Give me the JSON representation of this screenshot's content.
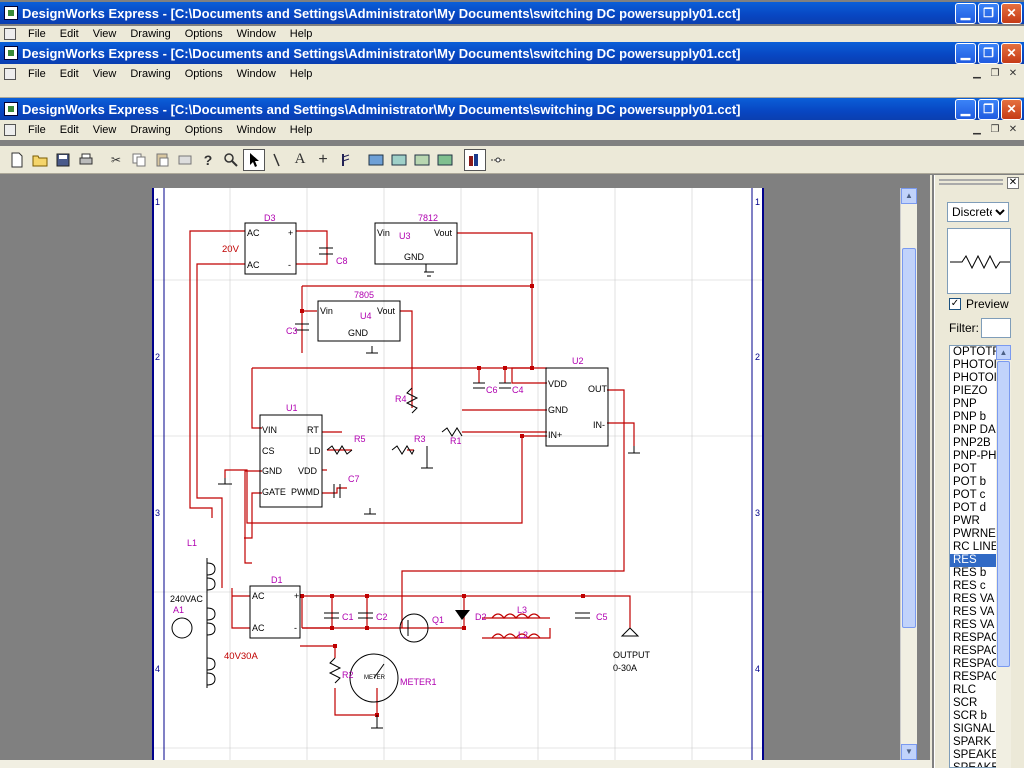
{
  "window": {
    "title": "DesignWorks Express - [C:\\Documents and Settings\\Administrator\\My Documents\\switching DC powersupply01.cct]"
  },
  "menu": [
    "File",
    "Edit",
    "View",
    "Drawing",
    "Options",
    "Window",
    "Help"
  ],
  "palette": {
    "category": "Discrete",
    "preview_label": "Preview",
    "preview_checked": true,
    "filter_label": "Filter:",
    "filter_value": "",
    "selected": "RES",
    "items": [
      "OPTOTF",
      "PHOTOI",
      "PHOTOI",
      "PIEZO",
      "PNP",
      "PNP b",
      "PNP DA",
      "PNP2B",
      "PNP-PH",
      "POT",
      "POT b",
      "POT c",
      "POT d",
      "PWR",
      "PWRNE",
      "RC LINE",
      "RES",
      "RES b",
      "RES c",
      "RES VA",
      "RES VA",
      "RES VA",
      "RESPAC",
      "RESPAC",
      "RESPAC",
      "RESPAC",
      "RLC",
      "SCR",
      "SCR b",
      "SIGNAL",
      "SPARK",
      "SPEAKE",
      "SPEAKE"
    ]
  },
  "schematic": {
    "border_rows": [
      "1",
      "2",
      "3",
      "4"
    ],
    "labels": {
      "d3": "D3",
      "ac1": "AC",
      "ac2": "AC",
      "plus1": "+",
      "minus1": "-",
      "v20": "20V",
      "c8": "C8",
      "reg1": "7812",
      "u3": "U3",
      "vin1": "Vin",
      "vout1": "Vout",
      "gnd1": "GND",
      "reg2": "7805",
      "u4": "U4",
      "vin2": "Vin",
      "vout2": "Vout",
      "gnd2": "GND",
      "c3": "C3",
      "u2": "U2",
      "vdd2": "VDD",
      "gnd3": "GND",
      "inp": "IN+",
      "out": "OUT",
      "inm": "IN-",
      "c4": "C4",
      "c6": "C6",
      "r4": "R4",
      "r1": "R1",
      "r3": "R3",
      "r5": "R5",
      "u1": "U1",
      "vin3": "VIN",
      "rt": "RT",
      "cs": "CS",
      "ld": "LD",
      "gnd4": "GND",
      "vdd": "VDD",
      "gate": "GATE",
      "pwmd": "PWMD",
      "c7": "C7",
      "l1": "L1",
      "v240": "240VAC",
      "a1": "A1",
      "v40": "40V30A",
      "d1": "D1",
      "ac3": "AC",
      "ac4": "AC",
      "plus2": "+",
      "minus2": "-",
      "c1": "C1",
      "c2": "C2",
      "q1": "Q1",
      "d2": "D2",
      "l3": "L3",
      "l2": "L2",
      "c5": "C5",
      "output": "OUTPUT",
      "output_range": "0-30A",
      "r2": "R2",
      "meter": "METER",
      "meter1": "METER1"
    }
  }
}
